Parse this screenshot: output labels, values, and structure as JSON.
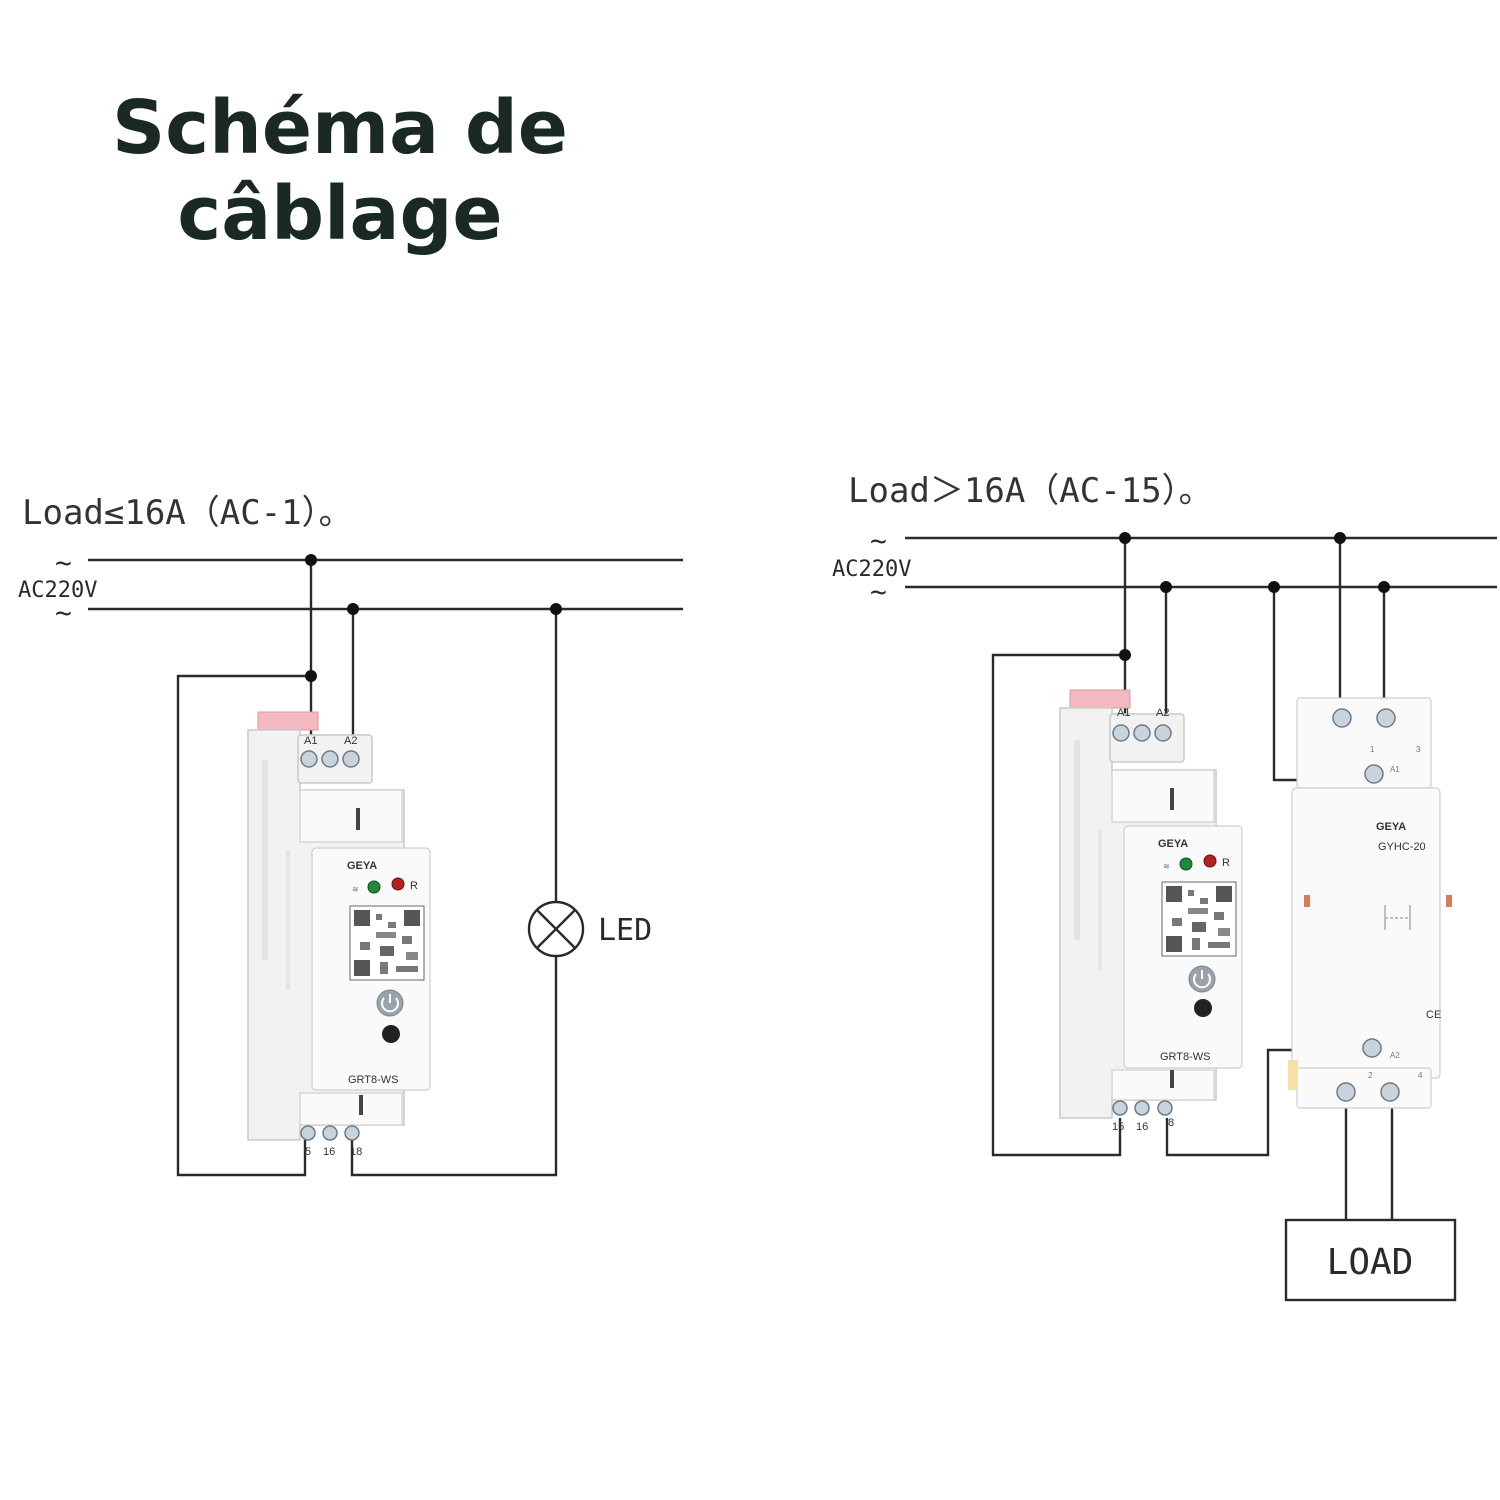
{
  "title": {
    "line1": "Schéma de",
    "line2": "câblage"
  },
  "left": {
    "heading": "Load≤16A（AC-1）。",
    "supply": {
      "tilde": "~",
      "voltage": "AC220V"
    },
    "relay": {
      "brand": "GEYA",
      "model": "GRT8-WS",
      "r_label": "R",
      "top_terminals": [
        "A1",
        "A2"
      ],
      "bottom_terminals": [
        "5",
        "16",
        "18"
      ]
    },
    "lamp_label": "LED"
  },
  "right": {
    "heading": "Load＞16A（AC-15）。",
    "supply": {
      "tilde": "~",
      "voltage": "AC220V"
    },
    "relay": {
      "brand": "GEYA",
      "model": "GRT8-WS",
      "r_label": "R",
      "top_terminals": [
        "A1",
        "A2"
      ],
      "bottom_terminals": [
        "15",
        "16",
        "8"
      ]
    },
    "contactor": {
      "brand": "GEYA",
      "model": "GYHC-20",
      "top_numbers": [
        "1",
        "3"
      ],
      "coil_a1": "A1",
      "coil_a2": "A2",
      "bottom_numbers": [
        "2",
        "4"
      ]
    },
    "load_label": "LOAD"
  },
  "colors": {
    "title": "#1a2a22",
    "wire": "#2a2a2a",
    "led_green": "#1f8a3a",
    "led_red": "#b52020"
  }
}
